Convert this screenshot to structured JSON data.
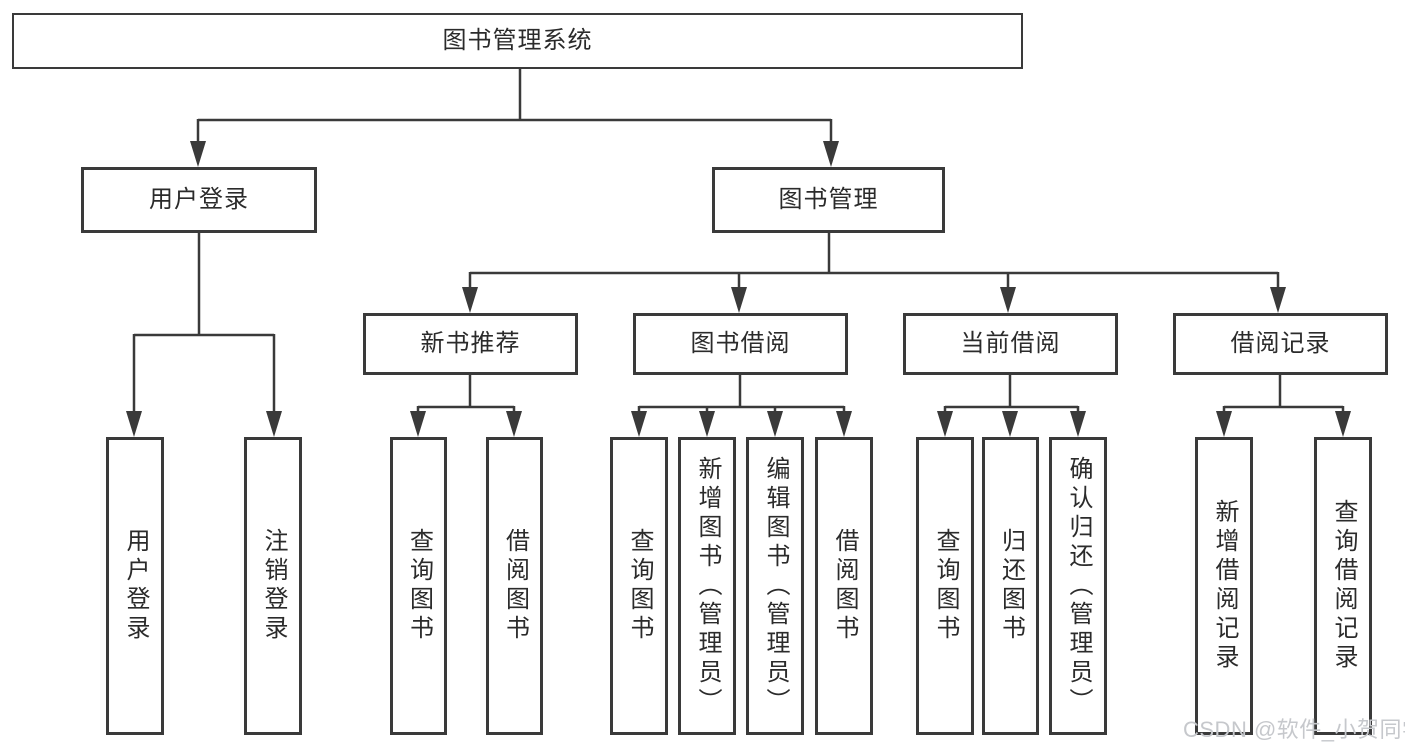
{
  "tree": {
    "label": "图书管理系统",
    "children": [
      {
        "label": "用户登录",
        "children": [
          {
            "label": "用户登录"
          },
          {
            "label": "注销登录"
          }
        ]
      },
      {
        "label": "图书管理",
        "children": [
          {
            "label": "新书推荐",
            "children": [
              {
                "label": "查询图书"
              },
              {
                "label": "借阅图书"
              }
            ]
          },
          {
            "label": "图书借阅",
            "children": [
              {
                "label": "查询图书"
              },
              {
                "label": "新增图书（管理员）"
              },
              {
                "label": "编辑图书（管理员）"
              },
              {
                "label": "借阅图书"
              }
            ]
          },
          {
            "label": "当前借阅",
            "children": [
              {
                "label": "查询图书"
              },
              {
                "label": "归还图书"
              },
              {
                "label": "确认归还（管理员）"
              }
            ]
          },
          {
            "label": "借阅记录",
            "children": [
              {
                "label": "新增借阅记录"
              },
              {
                "label": "查询借阅记录"
              }
            ]
          }
        ]
      }
    ]
  },
  "watermark": {
    "text": "CSDN @软件_小贺同学"
  },
  "colors": {
    "line": "#3a3a3a",
    "box_border": "#3a3a3a",
    "text": "#2b2b2b",
    "watermark": "#c6c8cc",
    "background": "#ffffff"
  }
}
